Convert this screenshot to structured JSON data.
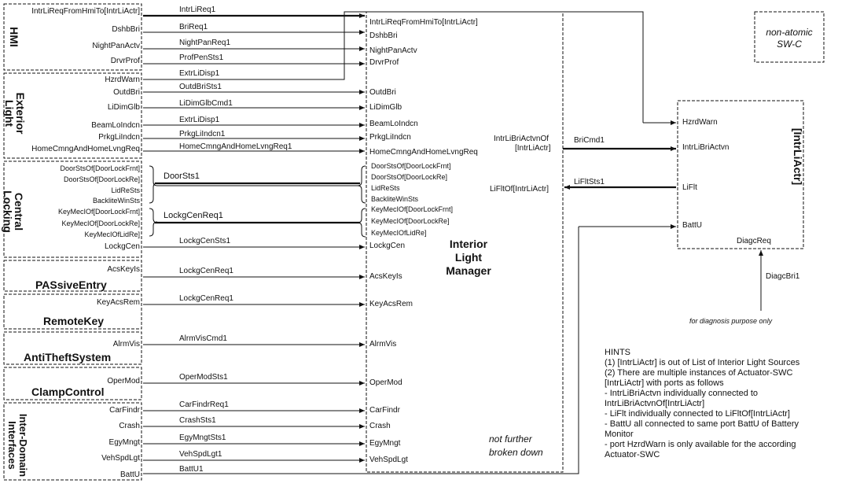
{
  "groups": {
    "hmi": "HMI",
    "exterior_light": "Exterior Light",
    "central_locking": "Central Locking",
    "passive_entry": "PASsiveEntry",
    "remote_key": "RemoteKey",
    "anti_theft": "AntiTheftSystem",
    "clamp_control": "ClampControl",
    "inter_domain": "Inter-Domain Interfaces"
  },
  "ports_left": [
    "IntrLiReqFromHmiTo[IntrLiActr]",
    "DshbBri",
    "NightPanActv",
    "DrvrProf",
    "HzrdWarn",
    "OutdBri",
    "LiDimGlb",
    "BeamLoIndcn",
    "PrkgLiIndcn",
    "HomeCmngAndHomeLvngReq",
    "DoorStsOf[DoorLockFrnt]",
    "DoorStsOf[DoorLockRe]",
    "LidReSts",
    "BackliteWinSts",
    "KeyMecIOf[DoorLockFrnt]",
    "KeyMecIOf[DoorLockRe]",
    "KeyMecIOfLidRe]",
    "LockgCen",
    "AcsKeyIs",
    "KeyAcsRem",
    "AlrmVis",
    "OperMod",
    "CarFindr",
    "Crash",
    "EgyMngt",
    "VehSpdLgt",
    "BattU"
  ],
  "signals": [
    "IntrLiReq1",
    "BriReq1",
    "NightPanReq1",
    "ProfPenSts1",
    "ExtrLiDisp1",
    "OutdBriSts1",
    "LiDimGlbCmd1",
    "ExtrLiDisp1",
    "PrkgLiIndcn1",
    "HomeCmngAndHomeLvngReq1",
    "DoorSts1",
    "LockgCenReq1",
    "LockgCenSts1",
    "LockgCenReq1",
    "LockgCenReq1",
    "AlrmVisCmd1",
    "OperModSts1",
    "CarFindrReq1",
    "CrashSts1",
    "EgyMngtSts1",
    "VehSpdLgt1",
    "BattU1"
  ],
  "manager_ports": [
    "IntrLiReqFromHmiTo[IntrLiActr]",
    "DshbBri",
    "NightPanActv",
    "DrvrProf",
    "OutdBri",
    "LiDimGlb",
    "BeamLoIndcn",
    "PrkgLiIndcn",
    "HomeCmngAndHomeLvngReq",
    "DoorStsOf[DoorLockFrnt]",
    "DoorStsOf[DoorLockRe]",
    "LidReSts",
    "BackliteWinSts",
    "KeyMecIOf[DoorLockFrnt]",
    "KeyMecIOf[DoorLockRe]",
    "KeyMecIOfLidRe]",
    "LockgCen",
    "AcsKeyIs",
    "KeyAcsRem",
    "AlrmVis",
    "OperMod",
    "CarFindr",
    "Crash",
    "EgyMngt",
    "VehSpdLgt"
  ],
  "manager": {
    "name": "Interior Light Manager",
    "out1_a": "IntrLiBriActvnOf",
    "out1_b": "[IntrLiActr]",
    "out2": "LiFltOf[IntrLiActr]",
    "note": "not further broken down",
    "sig_bricmd": "BriCmd1",
    "sig_liflt": "LiFltSts1"
  },
  "actuator": {
    "name": "[IntrLiActr]",
    "ports": [
      "HzrdWarn",
      "IntrLiBriActvn",
      "LiFlt",
      "BattU",
      "DiagcReq"
    ],
    "diag_signal": "DiagcBri1",
    "diag_note": "for diagnosis purpose only"
  },
  "non_atomic": "non-atomic SW-C",
  "hints": [
    "HINTS",
    "(1) [IntrLiActr] is out of List of Interior Light Sources",
    "(2) There are multiple instances of Actuator-SWC",
    "[IntrLiActr] with ports as follows",
    "- IntrLiBriActvn individually connected to",
    "IntrLiBriActvnOf[IntrLiActr]",
    "- LiFlt individually connected to LiFltOf[IntrLiActr]",
    "- BattU all connected to same port BattU of Battery",
    "Monitor",
    "- port HzrdWarn is only available for the according",
    "Actuator-SWC"
  ]
}
